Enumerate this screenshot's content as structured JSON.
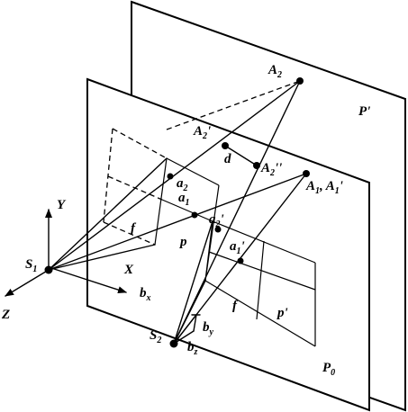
{
  "labels": {
    "A": "A",
    "a": "a",
    "S": "S",
    "b": "b",
    "sub_1": "1",
    "sub_2": "2",
    "sub_0": "0",
    "sub_x": "x",
    "sub_y": "y",
    "sub_z": "z",
    "prime1": "'",
    "prime2": "''",
    "comma": ",",
    "d": "d",
    "f": "f",
    "p": "p",
    "p_prime": "p'",
    "P": "P",
    "P_prime": "P'",
    "X": "X",
    "Y": "Y",
    "Z": "Z"
  }
}
